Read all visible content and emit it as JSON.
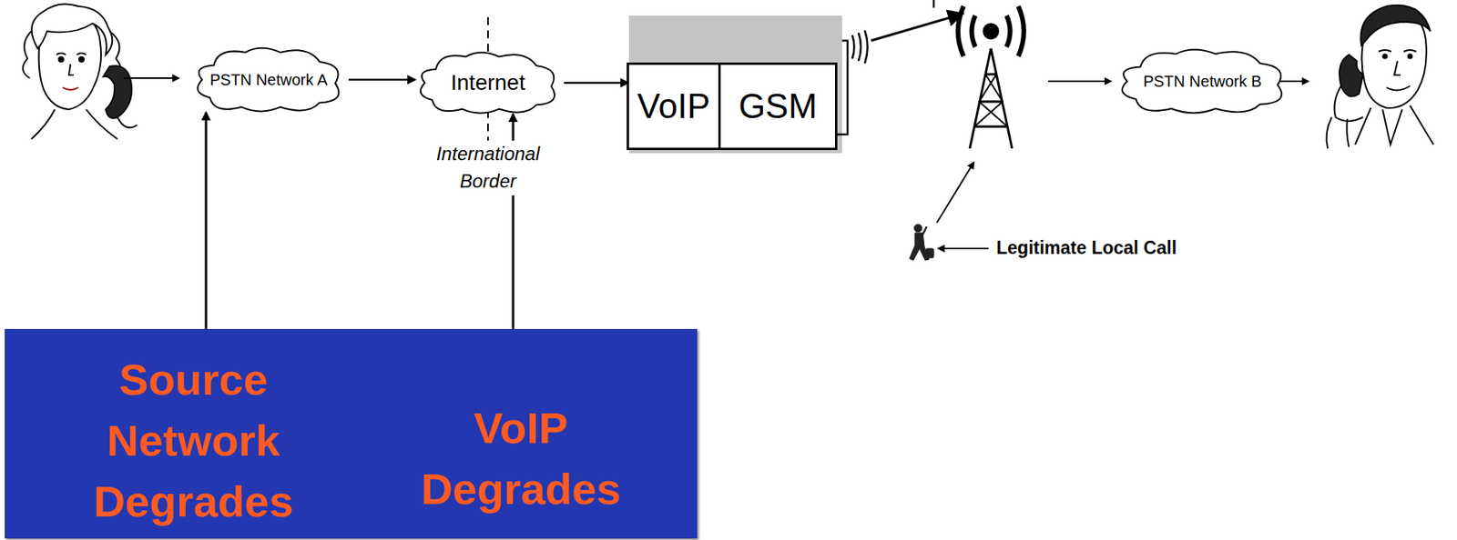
{
  "diagram": {
    "nodes": [
      {
        "text": [
          "PSTN Network A"
        ]
      },
      {
        "text": [
          "Internet"
        ]
      },
      {
        "text": [
          "VoIP"
        ]
      },
      {
        "text": [
          "GSM"
        ]
      },
      {
        "text": [
          "PSTN Network B"
        ]
      },
      {
        "text": [
          "Source Network Degrades",
          "VoIP Degrades"
        ]
      }
    ],
    "edges": [
      {
        "from": 0,
        "to": 1,
        "arrow": "to"
      },
      {
        "from": 1,
        "to": 2,
        "arrow": "to"
      },
      {
        "from": 5,
        "to": 0,
        "arrow": "to"
      },
      {
        "from": 5,
        "to": 1,
        "arrow": "to"
      }
    ],
    "labels": [
      "International Border",
      "Legitimate Local Call"
    ]
  }
}
